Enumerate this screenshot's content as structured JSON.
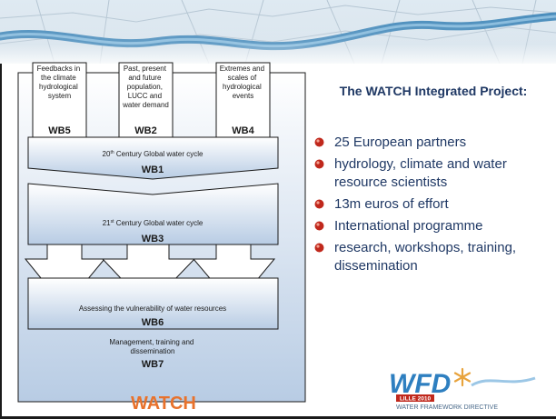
{
  "diagram": {
    "top_boxes": [
      {
        "text_lines": [
          "Feedbacks in",
          "the climate",
          "hydrological",
          "system"
        ],
        "code": "WB5"
      },
      {
        "text_lines": [
          "Past, present",
          "and future",
          "population,",
          "LUCC and",
          "water demand"
        ],
        "code": "WB2"
      },
      {
        "text_lines": [
          "Extremes and",
          "scales of",
          "hydrological",
          "events"
        ],
        "code": "WB4"
      }
    ],
    "wb1": {
      "title_pre": "20",
      "title_sup": "th",
      "title_post": " Century Global water cycle",
      "code": "WB1"
    },
    "wb3": {
      "title_pre": "21",
      "title_sup": "st",
      "title_post": " Century Global water cycle",
      "code": "WB3"
    },
    "wb6": {
      "title": "Assessing the vulnerability of water resources",
      "code": "WB6"
    },
    "wb7": {
      "text_lines": [
        "Management, training and",
        "dissemination"
      ],
      "code": "WB7"
    },
    "footer_label": "WATCH"
  },
  "project": {
    "title": "The WATCH Integrated Project:",
    "bullets": [
      "25 European partners",
      " hydrology, climate and water resource scientists",
      "13m euros of effort",
      "International programme",
      "research, workshops, training, dissemination"
    ]
  },
  "logo": {
    "wordmark": "WFD",
    "event": "LILLE 2010",
    "tagline": "WATER FRAMEWORK DIRECTIVE"
  },
  "colors": {
    "text_navy": "#1f3864",
    "accent_orange": "#e8722c",
    "bullet_red": "#c0281c",
    "box_fill_top": "#ffffff",
    "box_fill_bottom": "#b8cce4",
    "box_stroke": "#1a1a1a"
  }
}
